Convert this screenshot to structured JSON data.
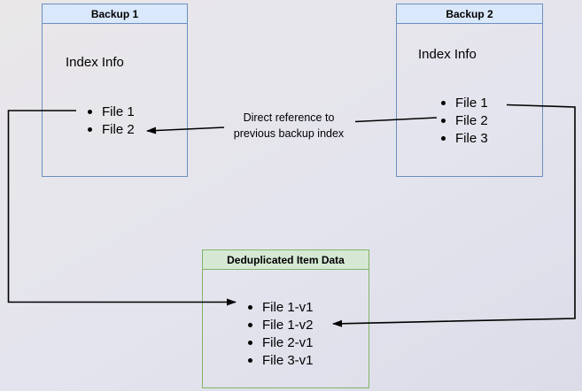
{
  "diagram": {
    "boxes": {
      "backup1": {
        "title": "Backup 1",
        "section": "Index Info",
        "items": [
          "File 1",
          "File 2"
        ]
      },
      "backup2": {
        "title": "Backup 2",
        "section": "Index Info",
        "items": [
          "File 1",
          "File 2",
          "File 3"
        ]
      },
      "dedup": {
        "title": "Deduplicated Item Data",
        "items": [
          "File 1-v1",
          "File 1-v2",
          "File 2-v1",
          "File 3-v1"
        ]
      }
    },
    "edge_label": {
      "line1": "Direct reference to",
      "line2": "previous backup index"
    },
    "colors": {
      "blue_fill": "#dae8fc",
      "blue_border": "#6c8ebf",
      "green_fill": "#d5e8d4",
      "green_border": "#82b366",
      "connector": "#000000"
    }
  }
}
